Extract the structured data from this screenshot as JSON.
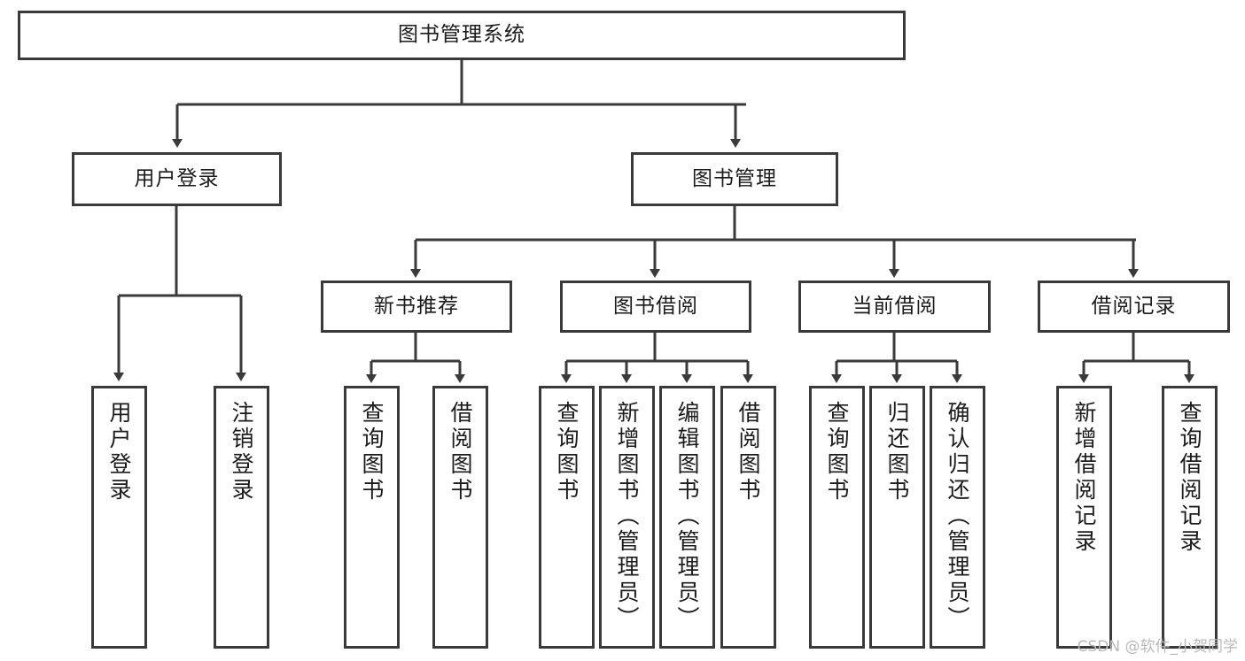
{
  "diagram": {
    "title": "图书管理系统",
    "type": "tree-hierarchy-chart",
    "watermark": "CSDN @软件_小贺同学",
    "colors": {
      "box_border": "#3a3a3a",
      "box_fill": "#ffffff",
      "connector": "#3a3a3a",
      "text": "#1b1b1b",
      "background": "#ffffff",
      "watermark": "#b9b9b9"
    },
    "root": {
      "label": "图书管理系统"
    },
    "level2": [
      {
        "label": "用户登录"
      },
      {
        "label": "图书管理"
      }
    ],
    "level3": [
      {
        "label": "新书推荐"
      },
      {
        "label": "图书借阅"
      },
      {
        "label": "当前借阅"
      },
      {
        "label": "借阅记录"
      }
    ],
    "leaves": {
      "user_login": [
        {
          "label": "用户登录"
        },
        {
          "label": "注销登录"
        }
      ],
      "new_book_recommend": [
        {
          "label": "查询图书"
        },
        {
          "label": "借阅图书"
        }
      ],
      "book_borrow": [
        {
          "label": "查询图书"
        },
        {
          "label": "新增图书（管理员）"
        },
        {
          "label": "编辑图书（管理员）"
        },
        {
          "label": "借阅图书"
        }
      ],
      "current_borrow": [
        {
          "label": "查询图书"
        },
        {
          "label": "归还图书"
        },
        {
          "label": "确认归还（管理员）"
        }
      ],
      "borrow_record": [
        {
          "label": "新增借阅记录"
        },
        {
          "label": "查询借阅记录"
        }
      ]
    }
  }
}
